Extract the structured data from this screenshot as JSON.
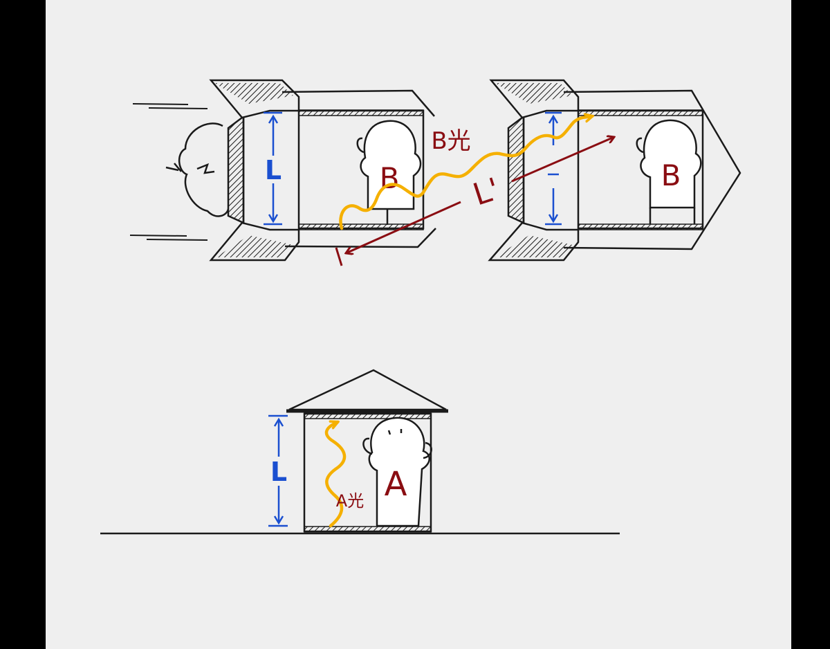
{
  "diagram": {
    "rocket_left": {
      "person_label": "B",
      "height_label": "L"
    },
    "rocket_right": {
      "person_label": "B"
    },
    "light_b_label": "B光",
    "path_label": "L'",
    "house": {
      "person_label": "A",
      "height_label": "L",
      "light_label": "A光"
    },
    "colors": {
      "background": "#efefef",
      "frame": "#000000",
      "ink": "#1a1a1a",
      "measure": "#1a4fd0",
      "label": "#8a0d12",
      "light": "#f5b000"
    }
  }
}
